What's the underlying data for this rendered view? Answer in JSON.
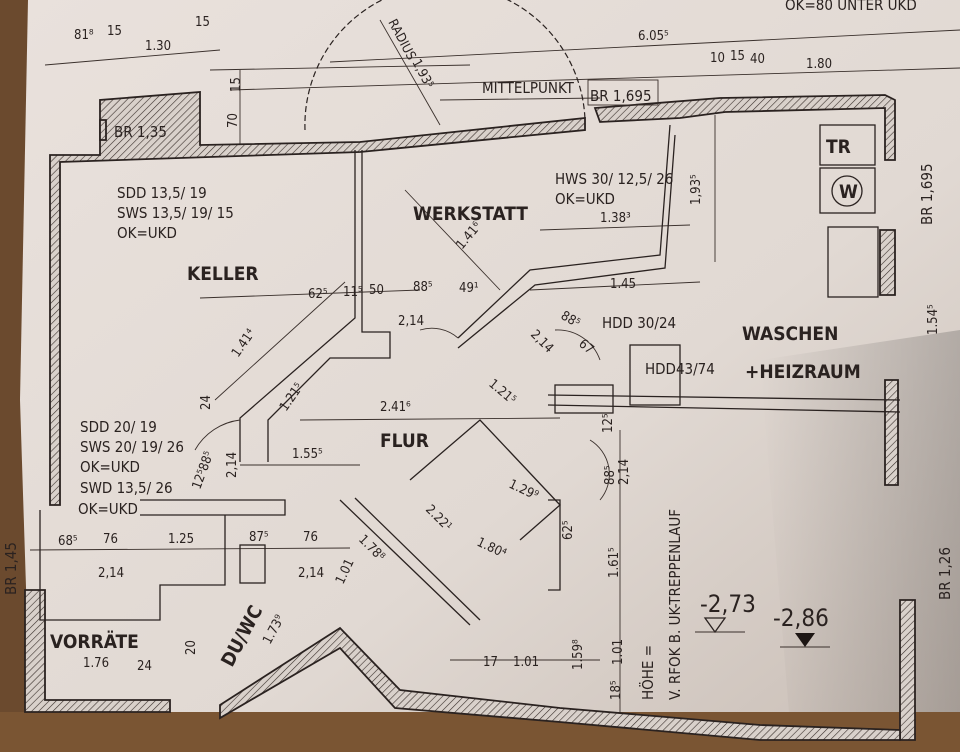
{
  "rooms": {
    "keller": "KELLER",
    "werkstatt": "WERKSTATT",
    "flur": "FLUR",
    "waschen": "WASCHEN",
    "heizraum": "+HEIZRAUM",
    "vorraete": "VORRÄTE",
    "du_wc": "DU/WC"
  },
  "appliances": {
    "dryer": "TR",
    "washer": "W"
  },
  "notes": {
    "sdd1": "SDD  13,5/ 19",
    "sws1": "SWS  13,5/ 19/ 15",
    "ok1": "OK=UKD",
    "hws": "HWS 30/ 12,5/ 26",
    "ok2": "OK=UKD",
    "sdd2": "SDD 20/ 19",
    "sws2": "SWS 20/ 19/ 26",
    "ok3": "OK=UKD",
    "swd": "SWD  13,5/ 26",
    "ok4": "OK=UKD",
    "hdd1": "HDD 30/24",
    "hdd2": "HDD43/74",
    "mittelpunkt": "MITTELPUNKT",
    "radius": "RADIUS",
    "ok80": "OK=80 UNTER UKD",
    "hoehe1": "HÖHE =",
    "hoehe2": "V. RFOK B. UK-TREPPENLAUF"
  },
  "openings": {
    "br_top_left": "BR  1,35",
    "br_top_mid": "BR  1,695",
    "br_right": "BR  1,695",
    "br_left": "BR  1,45",
    "br_right_low": "BR  1,26"
  },
  "levels": {
    "stair": "-2,73",
    "floor": "-2,86"
  },
  "dimensions": {
    "d818": "81⁸",
    "d15a": "15",
    "d130": "1.30",
    "d15b": "15",
    "d70": "70",
    "d15c": "15",
    "d1935": "1,93⁵",
    "d6055": "6.05⁵",
    "d10": "10",
    "d15d": "15",
    "d40": "40",
    "d180": "1.80",
    "d1383": "1.38³",
    "d1935b": "1,93⁵",
    "d1416": "1.41⁶",
    "d145": "1.45",
    "d625": "62⁵",
    "d115": "11⁵",
    "d50": "50",
    "d885": "88⁵",
    "d491": "49¹",
    "d214a": "2,14",
    "d214b": "2,14",
    "d67": "67",
    "d885b": "88⁵",
    "d1414": "1.41⁴",
    "d1215a": "1.21⁵",
    "d2416": "2.41⁶",
    "d1215b": "1.21⁵",
    "d1555": "1.55⁵",
    "d214c": "2,14",
    "d12588": "12⁵88⁵",
    "d24": "24",
    "d685": "68⁵",
    "d76a": "76",
    "d125": "1.25",
    "d875": "87⁵",
    "d76b": "76",
    "d214d": "2,14",
    "d214e": "2,14",
    "d101a": "1.01",
    "d1788": "1.78⁸",
    "d1299": "1.29⁹",
    "d1804": "1.80⁴",
    "d214f": "2,14",
    "d885c": "88⁵",
    "d125b": "12⁵",
    "d1615": "1.61⁵",
    "d625b": "62⁵",
    "d176": "1.76",
    "d24b": "24",
    "d20": "20",
    "d1739": "1.73⁹",
    "d17": "17",
    "d101b": "1.01",
    "d1598": "1.59⁸",
    "d101c": "1.01",
    "d185": "18⁵",
    "d1545": "1.54⁵",
    "d2222": "2.22¹"
  }
}
